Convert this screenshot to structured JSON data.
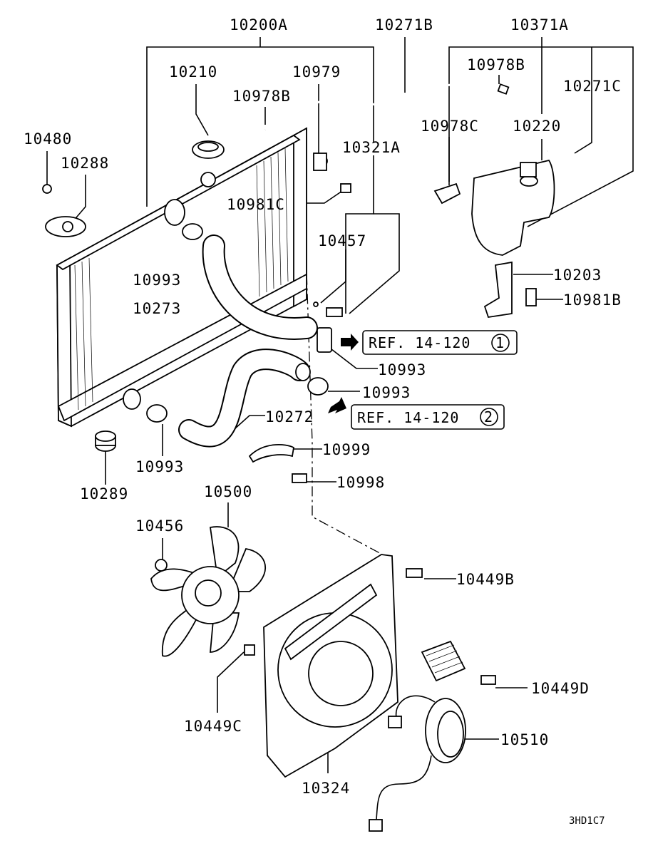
{
  "labels": {
    "radiator_assy": "10200A",
    "hose_upper_tank": "10271B",
    "reserve_tank_assy": "10371A",
    "radiator_cap": "10210",
    "clip_upper": "10979",
    "clamp_hose_left": "10978B",
    "clamp_hose_right": "10978B",
    "bolt_left": "10480",
    "bracket_left": "10288",
    "hose_overflow": "10271C",
    "clamp_c": "10978C",
    "tank_cap": "10220",
    "bracket_kit": "10321A",
    "bolt_c": "10981C",
    "drain_plug": "10457",
    "clamp_upper_hose": "10993",
    "upper_hose": "10273",
    "tank_bracket": "10203",
    "bolt_b": "10981B",
    "clamp_ref1": "10993",
    "clamp_ref2": "10993",
    "lower_hose": "10272",
    "clamp_lower_left": "10993",
    "band": "10999",
    "screw_band": "10998",
    "insulator": "10289",
    "fan": "10500",
    "nut_fan": "10456",
    "bolt_shroud_b": "10449B",
    "bolt_shroud_d": "10449D",
    "bolt_shroud_c": "10449C",
    "fan_motor": "10510",
    "shroud": "10324"
  },
  "refs": {
    "ref1_text": "REF. 14-120",
    "ref1_num": "1",
    "ref2_text": "REF. 14-120",
    "ref2_num": "2"
  },
  "diagram_code": "3HD1C7"
}
